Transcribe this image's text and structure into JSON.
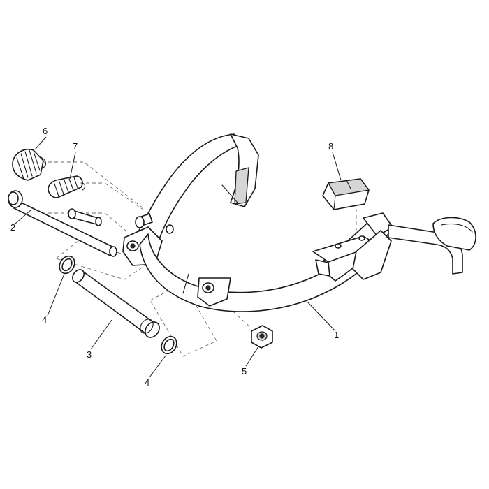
{
  "callouts": {
    "c1": "1",
    "c2": "2",
    "c3": "3",
    "c4a": "4",
    "c4b": "4",
    "c5": "5",
    "c6": "6",
    "c7": "7",
    "c8": "8"
  },
  "colors": {
    "line": "#1a1a1a",
    "fill": "#ffffff",
    "shade": "#d6d6d6",
    "dash": "#6a6a6a"
  }
}
